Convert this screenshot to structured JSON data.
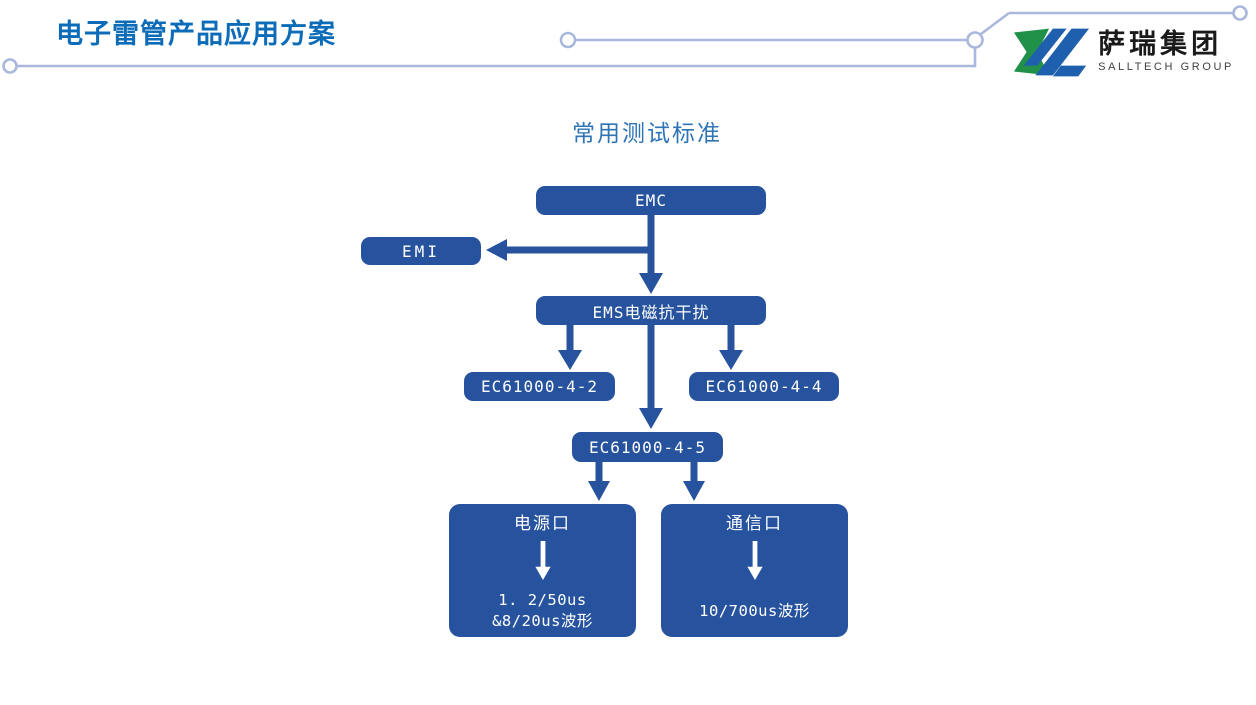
{
  "header": {
    "title": "电子雷管产品应用方案",
    "logo": {
      "name": "萨瑞集团",
      "subtitle": "SALLTECH GROUP"
    }
  },
  "diagram": {
    "title": "常用测试标准",
    "nodes": {
      "emc": "EMC",
      "emi": "EMI",
      "ems": "EMS电磁抗干扰",
      "ec61000_4_2": "EC61000-4-2",
      "ec61000_4_4": "EC61000-4-4",
      "ec61000_4_5": "EC61000-4-5",
      "power_port": {
        "title": "电源口",
        "line1": "1. 2/50us",
        "line2": "&8/20us波形"
      },
      "comm_port": {
        "title": "通信口",
        "line1": "10/700us波形"
      }
    }
  },
  "colors": {
    "title_blue": "#0d6cb8",
    "diagram_title_blue": "#2e74b6",
    "node_blue": "#27539e",
    "connector_periwinkle": "#a9b8dc",
    "logo_green": "#219149",
    "logo_blue": "#1e5fae"
  }
}
